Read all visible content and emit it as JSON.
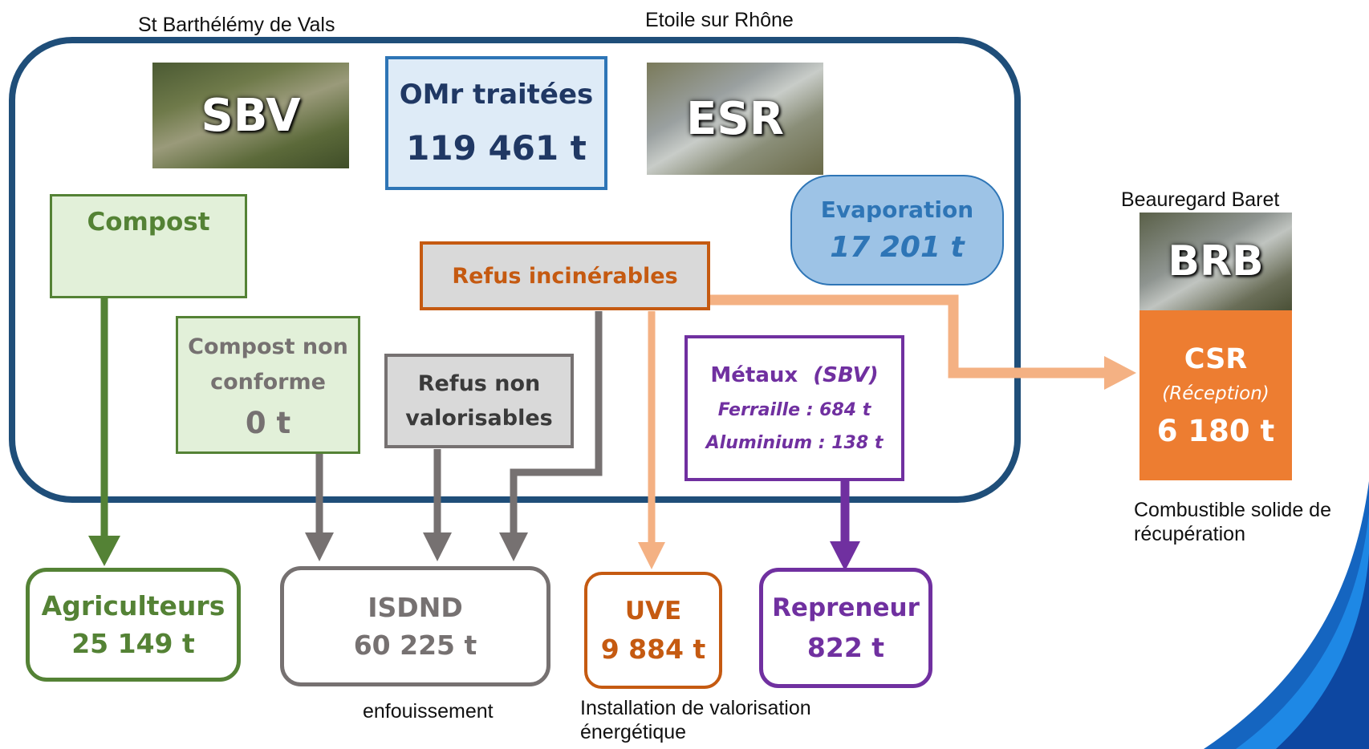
{
  "labels": {
    "sbv_site": "St Barthélémy de Vals",
    "esr_site": "Etoile sur Rhône",
    "brb_site": "Beauregard Baret",
    "csr_caption": "Combustible solide de récupération",
    "isdnd_caption": "enfouissement",
    "uve_caption": "Installation de valorisation énergétique"
  },
  "photos": {
    "sbv": "SBV",
    "esr": "ESR",
    "brb": "BRB"
  },
  "omr": {
    "title": "OMr traitées",
    "value": "119 461 t"
  },
  "evaporation": {
    "title": "Evaporation",
    "value": "17 201 t"
  },
  "compost": {
    "title": "Compost"
  },
  "compost_non_conforme": {
    "line1": "Compost non",
    "line2": "conforme",
    "value": "0 t"
  },
  "refus_non_valorisables": {
    "line1": "Refus non",
    "line2": "valorisables"
  },
  "refus_incinerables": {
    "title": "Refus incinérables"
  },
  "metaux": {
    "title": "Métaux",
    "origin": "(SBV)",
    "ferraille": "Ferraille : 684 t",
    "aluminium": "Aluminium : 138 t"
  },
  "csr": {
    "title": "CSR",
    "sub": "(Réception)",
    "value": "6 180 t"
  },
  "agriculteurs": {
    "title": "Agriculteurs",
    "value": "25 149 t"
  },
  "isdnd": {
    "title": "ISDND",
    "value": "60 225 t"
  },
  "uve": {
    "title": "UVE",
    "value": "9 884 t"
  },
  "repreneur": {
    "title": "Repreneur",
    "value": "822 t"
  },
  "colors": {
    "frame": "#1f4e79",
    "green": "#548235",
    "grey": "#767171",
    "orange_dark": "#c55a11",
    "orange_light": "#f4b183",
    "purple": "#7030a0",
    "blue_text": "#2e75b6",
    "csr_fill": "#ed7d31"
  }
}
